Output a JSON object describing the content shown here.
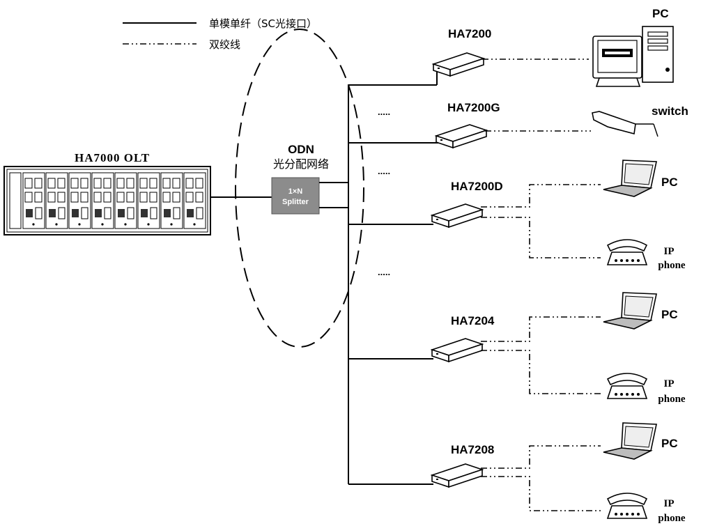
{
  "legend": {
    "solid_label": "单模单纤（SC光接口）",
    "dash_label": "双绞线"
  },
  "olt": {
    "title": "HA7000 OLT"
  },
  "odn": {
    "title": "ODN",
    "subtitle": "光分配网络"
  },
  "splitter": {
    "line1": "1×N",
    "line2": "Splitter"
  },
  "ellipsis": ".....",
  "onus": {
    "ha7200": "HA7200",
    "ha7200g": "HA7200G",
    "ha7200d": "HA7200D",
    "ha7204": "HA7204",
    "ha7208": "HA7208"
  },
  "endpoints": {
    "pc": "PC",
    "switch": "switch",
    "ip": "IP",
    "phone": "phone"
  }
}
